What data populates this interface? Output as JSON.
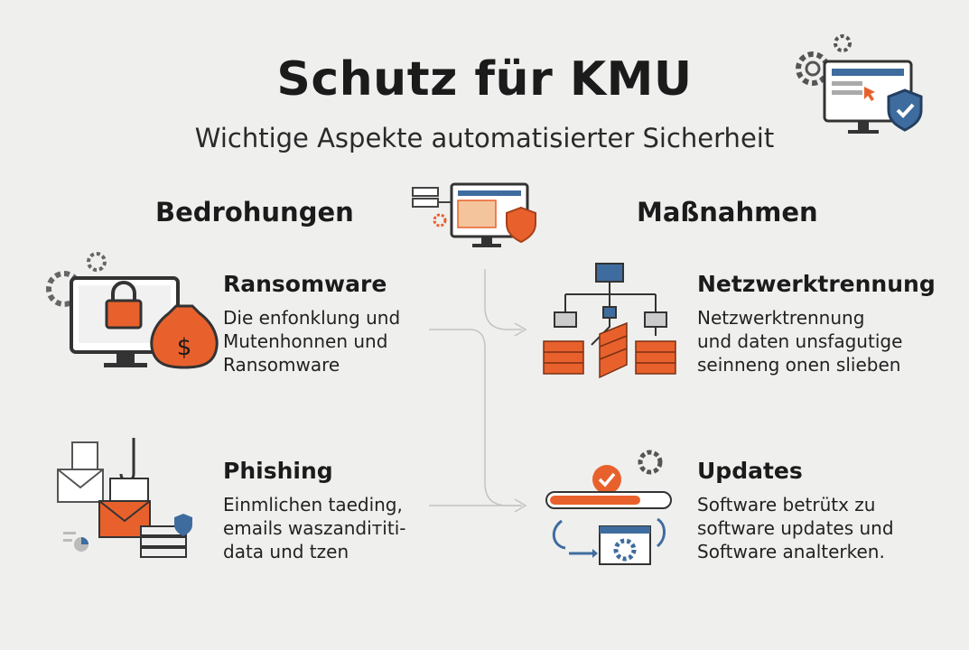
{
  "header": {
    "title": "Schutz für KMU",
    "subtitle": "Wichtige Aspekte automatisierter Sicherheit"
  },
  "columns": {
    "threats": "Bedrohungen",
    "measures": "Maßnahmen"
  },
  "threats": [
    {
      "title": "Ransomware",
      "lines": [
        "Die enfonklung und",
        "Mutenhonnen und",
        "Ransomware"
      ],
      "icon": "ransomware-computer-lock-icon"
    },
    {
      "title": "Phishing",
      "lines": [
        "Einmlichen taeding,",
        "emails waszandiтiti-",
        "data und tzen"
      ],
      "icon": "phishing-email-hook-icon"
    }
  ],
  "measures": [
    {
      "title": "Netzwerktrennung",
      "lines": [
        "Netzwerktrennung",
        "und daten unsfagutige",
        "seinneng onen slieben"
      ],
      "icon": "network-firewall-icon"
    },
    {
      "title": "Updates",
      "lines": [
        "Software betrütx zu",
        "software updates und",
        "Software analterken."
      ],
      "icon": "software-update-icon"
    }
  ],
  "colors": {
    "accent": "#e8612c",
    "blue": "#3f6c9e",
    "dark": "#3a3a3a",
    "background": "#efefee"
  }
}
